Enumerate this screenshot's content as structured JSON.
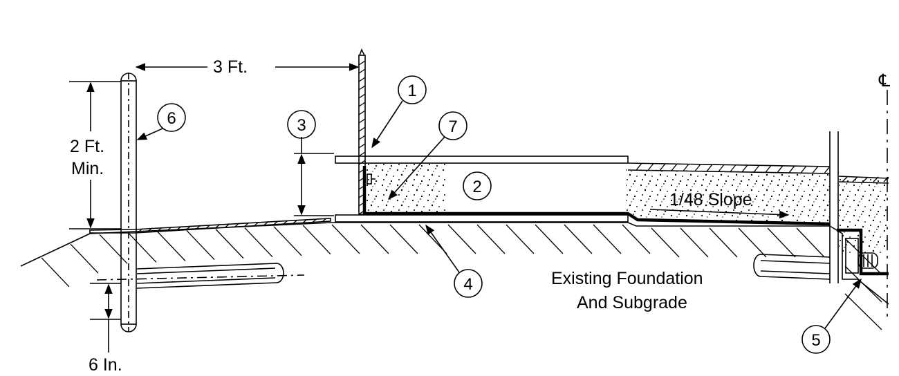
{
  "title": "",
  "dimensions": {
    "horizontal_spacing": "3 Ft.",
    "post_height_line1": "2 Ft.",
    "post_height_line2": "Min.",
    "embed_depth": "6 In."
  },
  "slope_label": "1/48 Slope",
  "foundation_label_line1": "Existing Foundation",
  "foundation_label_line2": "And Subgrade",
  "centerline_symbol": "℄",
  "callouts": [
    "1",
    "2",
    "3",
    "4",
    "5",
    "6",
    "7"
  ],
  "colors": {
    "line": "#000000",
    "background": "#ffffff"
  }
}
